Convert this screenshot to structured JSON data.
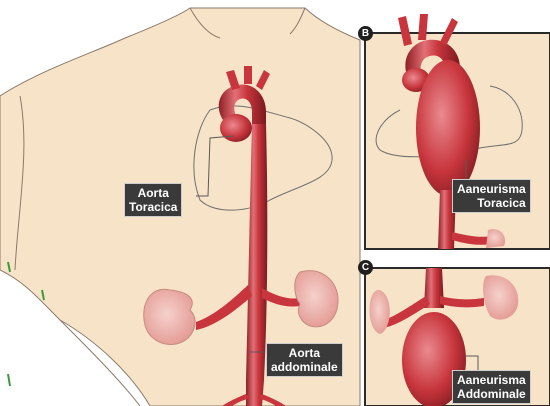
{
  "labels": {
    "thoracic_aorta": {
      "line1": "Aorta",
      "line2": "Toracica"
    },
    "abdominal_aorta": {
      "line1": "Aorta",
      "line2": "addominale"
    },
    "thoracic_aneurysm": {
      "line1": "Aaneurisma",
      "line2": "Toracica"
    },
    "abdominal_aneurysm": {
      "line1": "Aaneurisma",
      "line2": "Addominale"
    }
  },
  "panels": {
    "thoracic_panel_letter": "B",
    "abdominal_panel_letter": "C"
  },
  "colors": {
    "skin": "#f6e3c8",
    "vessel": "#c8353c",
    "vessel_dark": "#8e1f24",
    "vessel_light": "#e8868a",
    "kidney": "#f0b7b1",
    "label_bg": "#3a3a3a"
  }
}
